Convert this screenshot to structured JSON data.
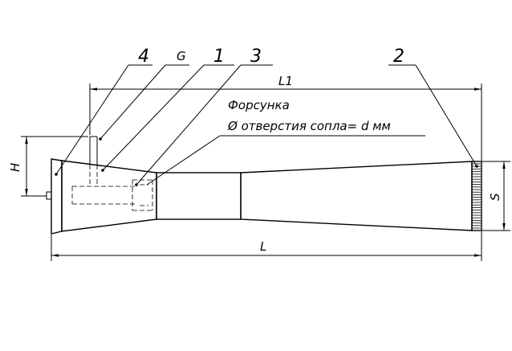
{
  "drawing": {
    "part_numbers": [
      "4",
      "G",
      "1",
      "3",
      "2"
    ],
    "note_line1": "Форсунка",
    "note_line2": "Ø отверстия сопла= d мм",
    "dim_L1": "L1",
    "dim_L": "L",
    "dim_H": "H",
    "dim_S": "S"
  }
}
